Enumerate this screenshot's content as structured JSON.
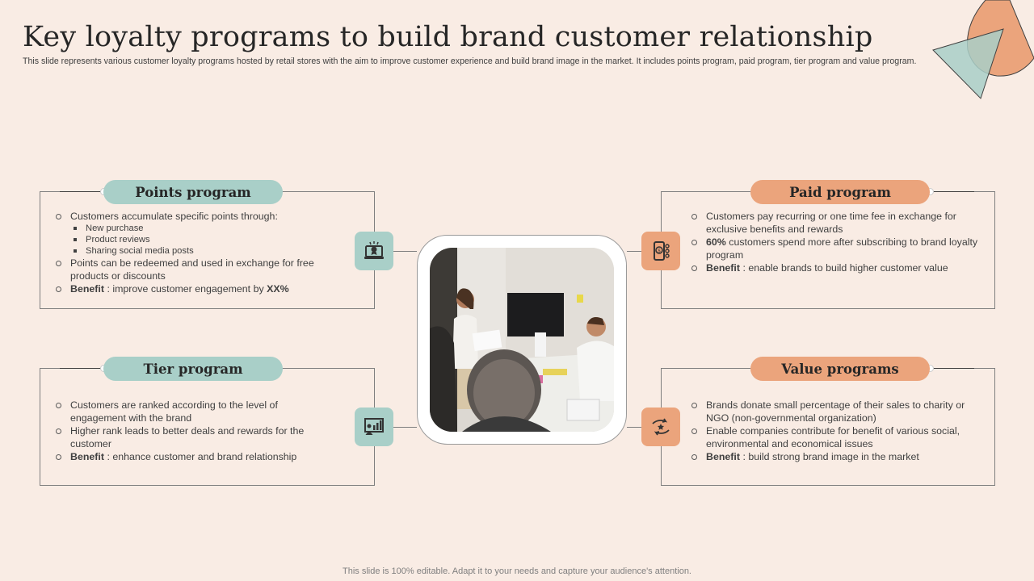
{
  "title": "Key loyalty programs to build brand customer relationship",
  "subtitle": "This slide represents various customer loyalty programs hosted by retail stores with the aim to improve customer experience and build brand image in the market. It includes points program, paid program, tier program and value program.",
  "colors": {
    "teal": "#a9cfc8",
    "orange": "#eba47c",
    "background": "#f9ece4"
  },
  "points": {
    "heading": "Points program",
    "icon": "laptop-award-icon",
    "b1": "Customers accumulate specific points through:",
    "sub": [
      "New purchase",
      "Product reviews",
      "Sharing social media posts"
    ],
    "b2": "Points can be redeemed and used in exchange for free products or discounts",
    "benefit_label": "Benefit",
    "benefit_text": " : improve  customer engagement  by ",
    "benefit_value": "XX%"
  },
  "paid": {
    "heading": "Paid program",
    "icon": "mobile-payment-icon",
    "b1": "Customers pay recurring or one time fee in exchange for exclusive benefits and rewards",
    "b2_value": "60%",
    "b2_text": " customers spend more after subscribing to brand loyalty program",
    "benefit_label": "Benefit",
    "benefit_text": " : enable brands to build higher customer value"
  },
  "tier": {
    "heading": "Tier program",
    "icon": "ranking-chart-icon",
    "b1": "Customers are ranked according to the level of engagement  with the brand",
    "b2": "Higher rank leads to better deals and rewards for the customer",
    "benefit_label": "Benefit",
    "benefit_text": " : enhance customer and brand relationship"
  },
  "value": {
    "heading": "Value programs",
    "icon": "charity-exchange-icon",
    "b1": "Brands donate small percentage of their sales to charity or NGO (non-governmental  organization)",
    "b2": "Enable companies contribute for benefit of various social, environmental  and economical issues",
    "benefit_label": "Benefit",
    "benefit_text": " : build strong brand image in the market"
  },
  "footer": "This slide is 100% editable. Adapt it to your needs and capture your audience's attention."
}
